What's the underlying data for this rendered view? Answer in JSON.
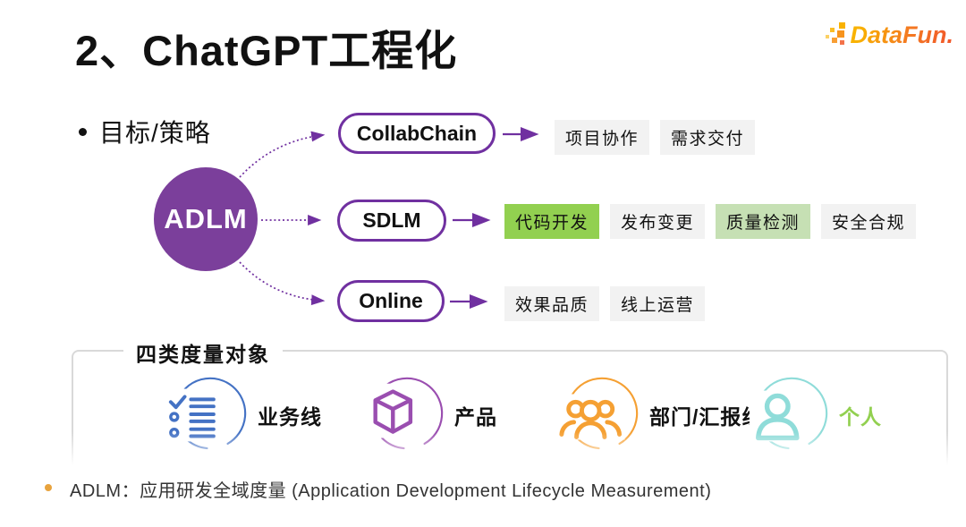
{
  "slide": {
    "title": "2、ChatGPT工程化",
    "goal_bullet": "目标/策略",
    "footnote": "ADLM：应用研发全域度量 (Application Development Lifecycle Measurement)"
  },
  "logo": {
    "text": "DataFun."
  },
  "diagram": {
    "root": "ADLM",
    "branches": [
      {
        "node": "CollabChain",
        "tags": [
          {
            "label": "项目协作",
            "bg": "#F2F2F2"
          },
          {
            "label": "需求交付",
            "bg": "#F2F2F2"
          }
        ]
      },
      {
        "node": "SDLM",
        "tags": [
          {
            "label": "代码开发",
            "bg": "#92D050"
          },
          {
            "label": "发布变更",
            "bg": "#F2F2F2"
          },
          {
            "label": "质量检测",
            "bg": "#C6E0B4"
          },
          {
            "label": "安全合规",
            "bg": "#F2F2F2"
          }
        ]
      },
      {
        "node": "Online",
        "tags": [
          {
            "label": "效果品质",
            "bg": "#F2F2F2"
          },
          {
            "label": "线上运营",
            "bg": "#F2F2F2"
          }
        ]
      }
    ]
  },
  "measurement": {
    "heading": "四类度量对象",
    "items": [
      {
        "label": "业务线",
        "icon": "checklist-icon",
        "color": "#4472C4",
        "label_color": "#111111"
      },
      {
        "label": "产品",
        "icon": "cube-icon",
        "color": "#9A4EB0",
        "label_color": "#111111"
      },
      {
        "label": "部门/汇报线",
        "icon": "team-icon",
        "color": "#F5A033",
        "label_color": "#111111"
      },
      {
        "label": "个人",
        "icon": "person-icon",
        "color": "#8FDCD9",
        "label_color": "#92D050"
      }
    ]
  },
  "colors": {
    "accent_purple": "#7030A0",
    "root_fill": "#7B3F9B",
    "tag_gray": "#F2F2F2",
    "tag_green": "#92D050",
    "tag_light_green": "#C6E0B4",
    "box_border": "#D9D9D9",
    "logo_orange": "#F7941E",
    "footnote_bullet": "#E8A33D"
  }
}
